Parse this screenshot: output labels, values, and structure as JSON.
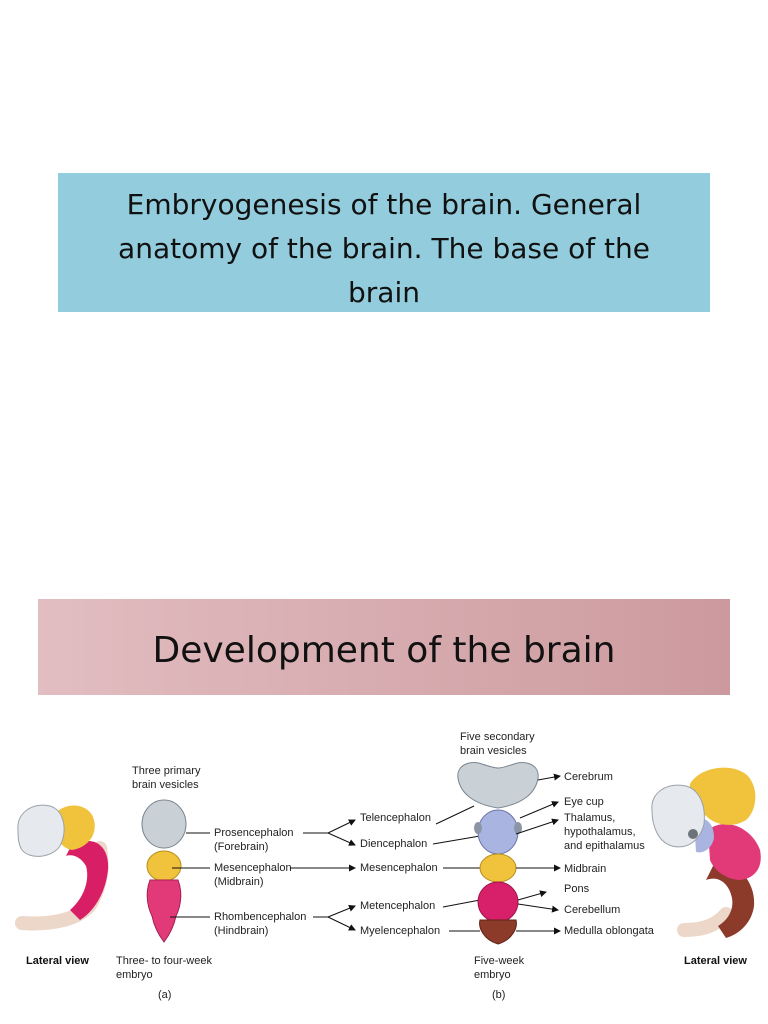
{
  "slide1": {
    "title_lines": [
      "Embryogenesis of the brain. General",
      "anatomy of the  brain. The base of the",
      "brain"
    ]
  },
  "slide2": {
    "title": "Development of the brain"
  },
  "diagram": {
    "primary_heading": [
      "Three primary",
      "brain vesicles"
    ],
    "secondary_heading": [
      "Five secondary",
      "brain vesicles"
    ],
    "primary": [
      {
        "name": "Prosencephalon",
        "alt": "(Forebrain)",
        "color": "#c9d0d6"
      },
      {
        "name": "Mesencephalon",
        "alt": "(Midbrain)",
        "color": "#f1c33c"
      },
      {
        "name": "Rhombencephalon",
        "alt": "(Hindbrain)",
        "color": "#e23a79"
      }
    ],
    "secondary": [
      {
        "name": "Telencephalon",
        "color": "#c9d0d6"
      },
      {
        "name": "Diencephalon",
        "color": "#a9b4e0"
      },
      {
        "name": "Mesencephalon",
        "color": "#f1c33c"
      },
      {
        "name": "Metencephalon",
        "color": "#d8206a"
      },
      {
        "name": "Myelencephalon",
        "color": "#8c3a2a"
      }
    ],
    "adult": [
      "Cerebrum",
      "Eye cup",
      "Thalamus,",
      "hypothalamus,",
      "and epithalamus",
      "Midbrain",
      "Pons",
      "Cerebellum",
      "Medulla oblongata"
    ],
    "lateral_left": "Lateral view",
    "lateral_right": "Lateral view",
    "caption_a_lines": [
      "Three- to four-week",
      "embryo"
    ],
    "caption_b_lines": [
      "Five-week",
      "embryo"
    ],
    "panel_a": "(a)",
    "panel_b": "(b)"
  }
}
